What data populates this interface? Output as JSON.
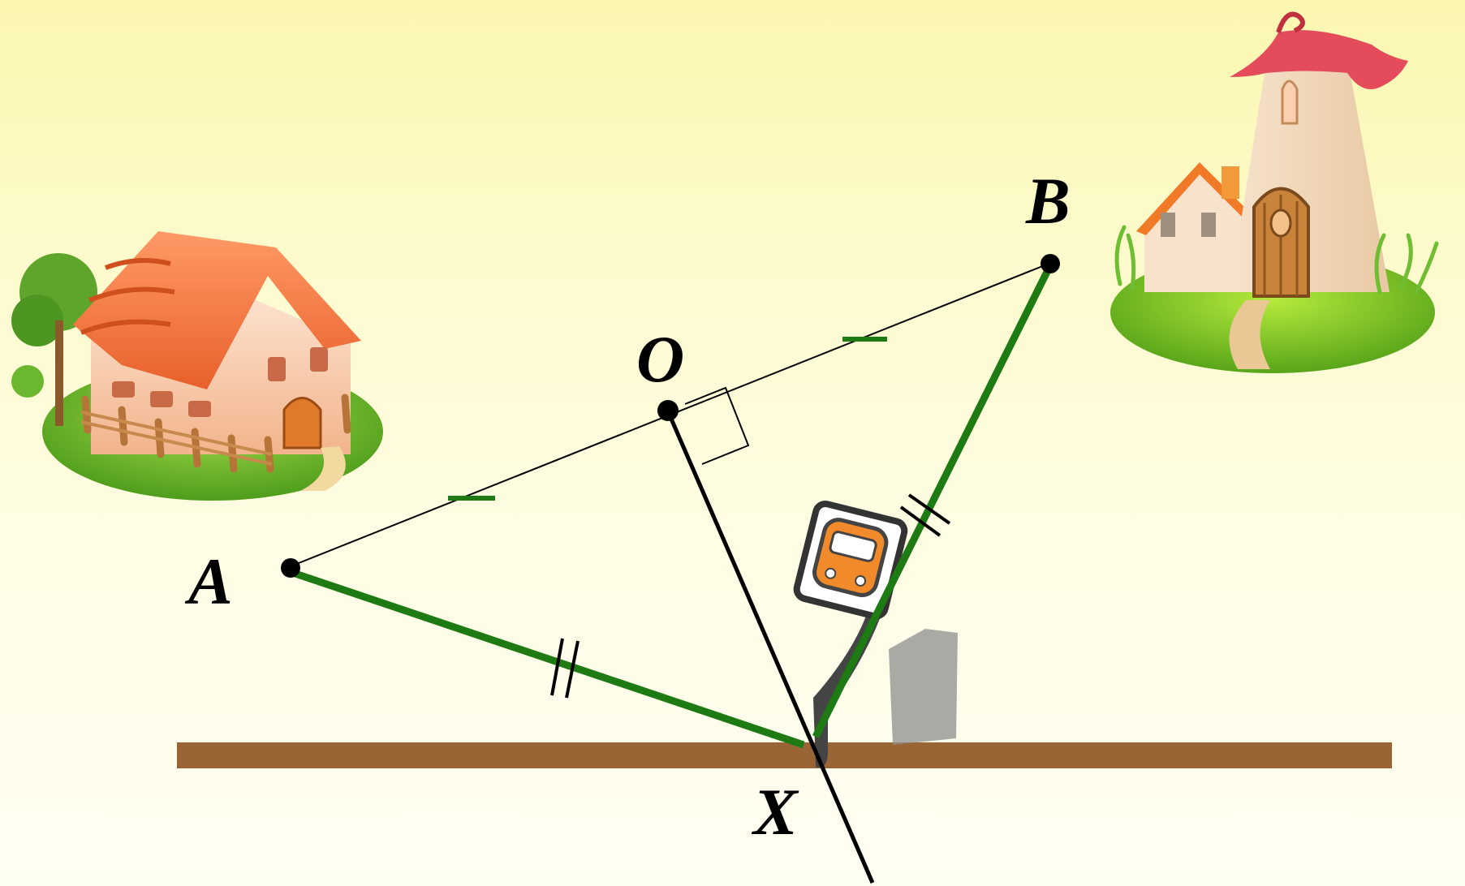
{
  "points": {
    "A": {
      "label": "A"
    },
    "B": {
      "label": "B"
    },
    "O": {
      "label": "O"
    },
    "X": {
      "label": "X"
    }
  },
  "icons": {
    "house_left": "cottage-house-icon",
    "house_right": "tower-house-icon",
    "bus_stop": "bus-stop-sign-icon"
  },
  "colors": {
    "equal_segments": "#1e7a12",
    "road": "#9a6535",
    "construction": "#000000",
    "point": "#000000"
  }
}
